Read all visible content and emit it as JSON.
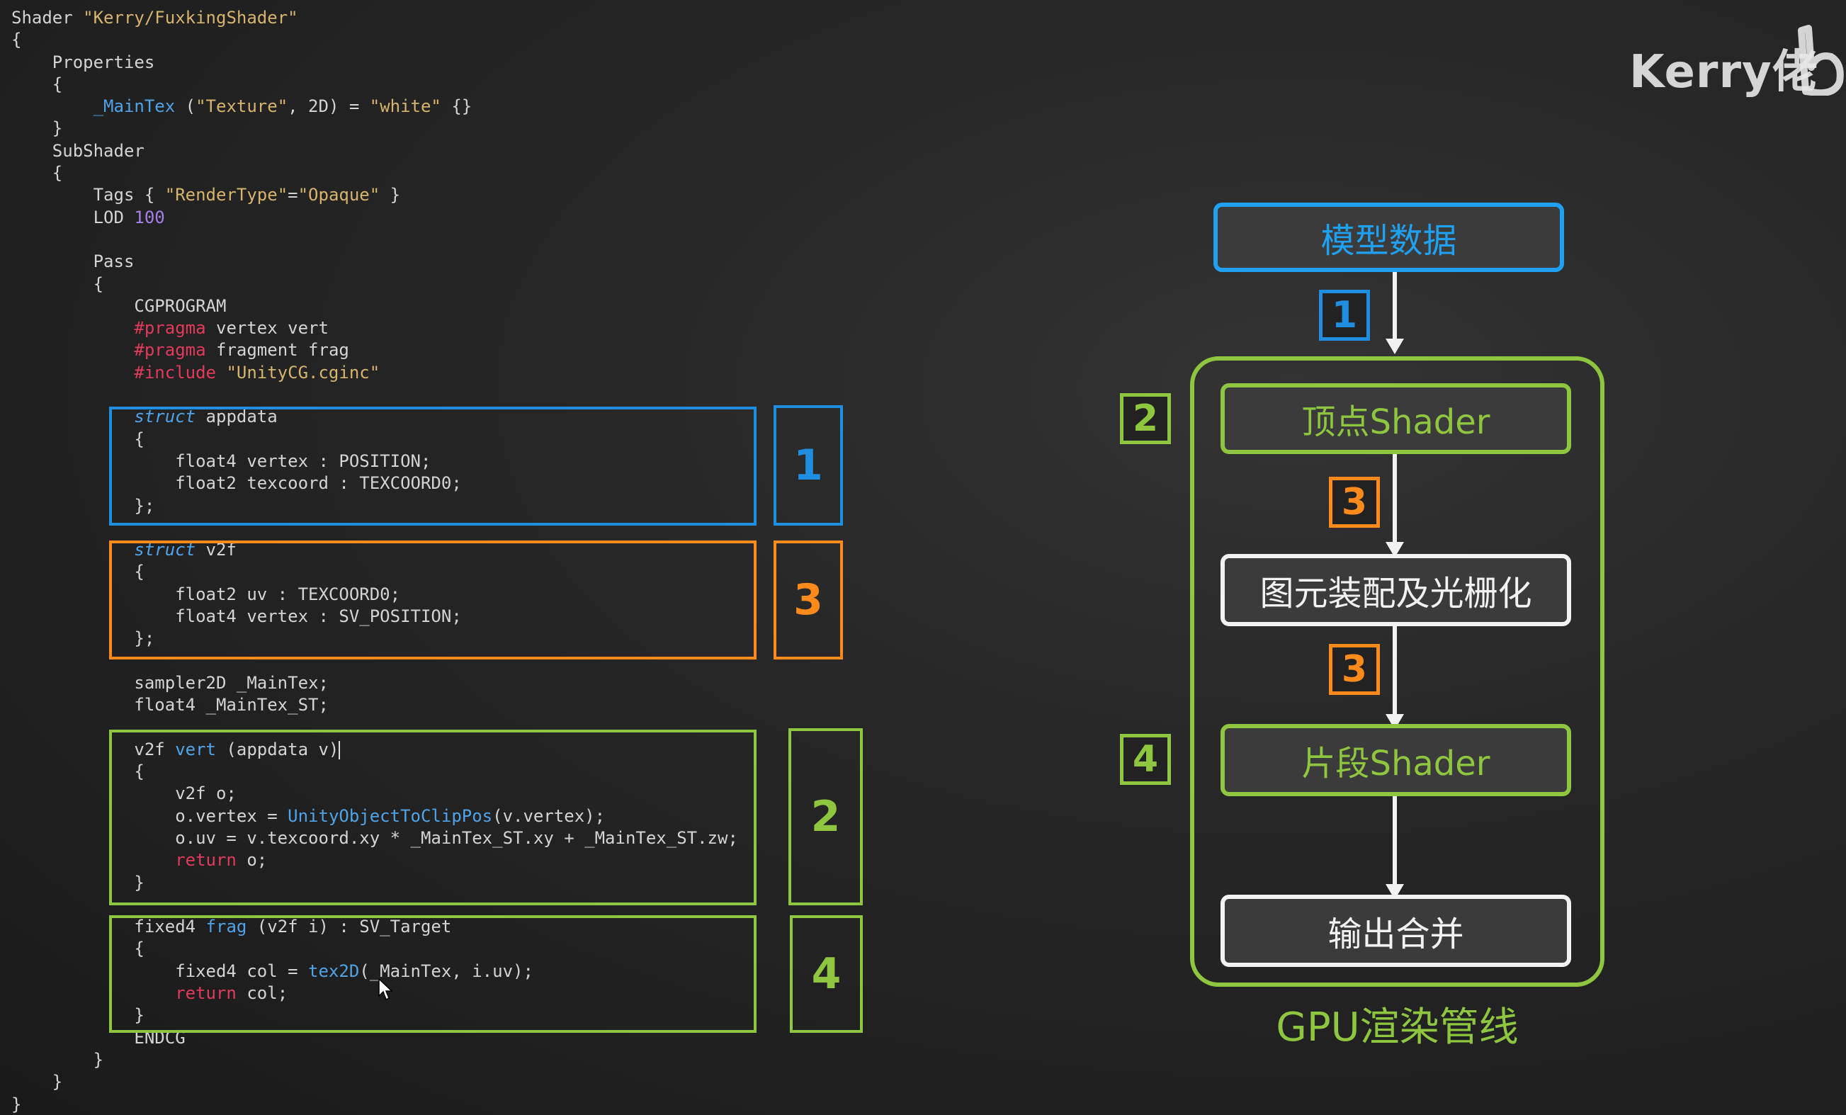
{
  "code_lines": [
    "Shader \"Kerry/FuxkingShader\"",
    "{",
    "    Properties",
    "    {",
    "        _MainTex (\"Texture\", 2D) = \"white\" {}",
    "    }",
    "    SubShader",
    "    {",
    "        Tags { \"RenderType\"=\"Opaque\" }",
    "        LOD 100",
    "",
    "        Pass",
    "        {",
    "            CGPROGRAM",
    "            #pragma vertex vert",
    "            #pragma fragment frag",
    "            #include \"UnityCG.cginc\"",
    "",
    "            struct appdata",
    "            {",
    "                float4 vertex : POSITION;",
    "                float2 texcoord : TEXCOORD0;",
    "            };",
    "",
    "            struct v2f",
    "            {",
    "                float2 uv : TEXCOORD0;",
    "                float4 vertex : SV_POSITION;",
    "            };",
    "",
    "            sampler2D _MainTex;",
    "            float4 _MainTex_ST;",
    "",
    "            v2f vert (appdata v)",
    "            {",
    "                v2f o;",
    "                o.vertex = UnityObjectToClipPos(v.vertex);",
    "                o.uv = v.texcoord.xy * _MainTex_ST.xy + _MainTex_ST.zw;",
    "                return o;",
    "            }",
    "",
    "            fixed4 frag (v2f i) : SV_Target",
    "            {",
    "                fixed4 col = tex2D(_MainTex, i.uv);",
    "                return col;",
    "            }",
    "            ENDCG",
    "        }",
    "    }",
    "}"
  ],
  "annotations": {
    "appdata_label": "1",
    "v2f_label": "3",
    "vert_label": "2",
    "frag_label": "4"
  },
  "brand": {
    "text": "Kerry佬",
    "logo": "bilibili-logo-icon"
  },
  "pipeline": {
    "title": "GPU渲染管线",
    "stages": [
      "模型数据",
      "顶点Shader",
      "图元装配及光栅化",
      "片段Shader",
      "输出合并"
    ],
    "badges": [
      "1",
      "2",
      "3",
      "3",
      "4"
    ]
  },
  "colors": {
    "blue": "#1f8ee0",
    "orange": "#ff8a1c",
    "green": "#8ec63f",
    "white": "#f2f2f2"
  }
}
